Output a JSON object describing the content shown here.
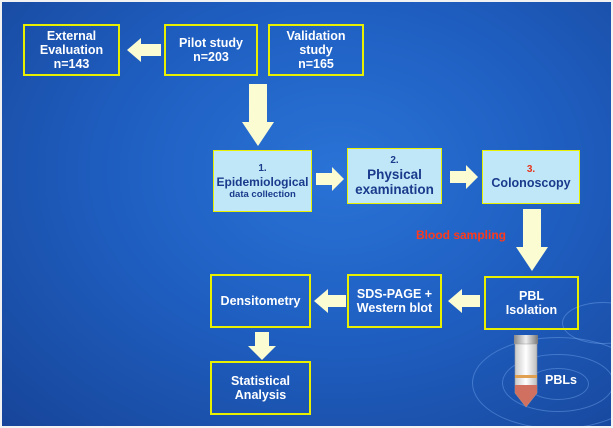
{
  "nodes": {
    "external": {
      "line1": "External",
      "line2": "Evaluation",
      "line3": "n=143"
    },
    "pilot": {
      "line1": "Pilot study",
      "line2": "n=203"
    },
    "validation": {
      "line1": "Validation",
      "line2": "study",
      "line3": "n=165"
    },
    "epi": {
      "number": "1.",
      "line1": "Epidemiological",
      "line2": "data collection"
    },
    "physical": {
      "number": "2.",
      "line1": "Physical",
      "line2": "examination"
    },
    "colonoscopy": {
      "number": "3.",
      "line1": "Colonoscopy"
    },
    "pbl_isolation": {
      "line1": "PBL",
      "line2": "Isolation"
    },
    "sds": {
      "line1": "SDS-PAGE +",
      "line2": "Western blot"
    },
    "densitometry": {
      "line1": "Densitometry"
    },
    "statistical": {
      "line1": "Statistical",
      "line2": "Analysis"
    }
  },
  "labels": {
    "blood_sampling": "Blood sampling",
    "pbls": "PBLs"
  },
  "colors": {
    "border_yellow": "#e8f000",
    "light_box": "#bfe7f7",
    "arrow": "#fcfcd2",
    "red_text": "#ff3a1a",
    "number_red": "#e8321a"
  }
}
